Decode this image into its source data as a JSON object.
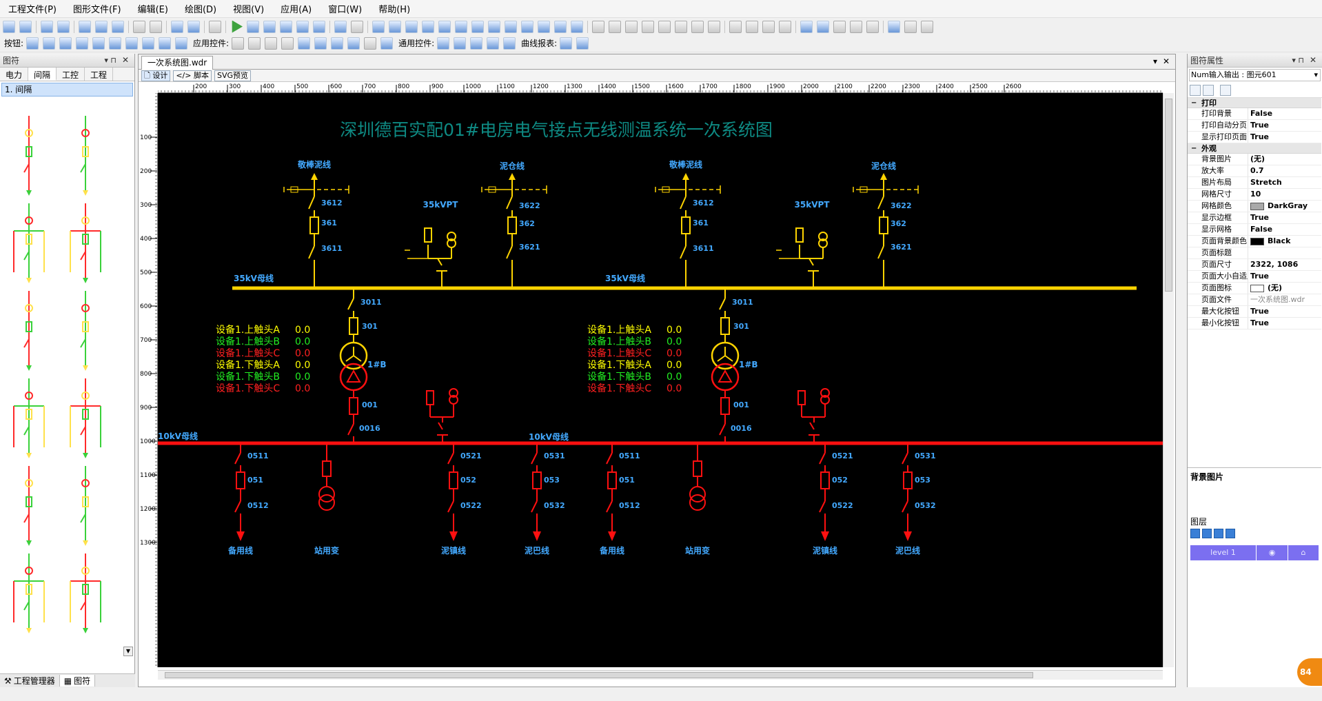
{
  "menus": [
    "工程文件(P)",
    "图形文件(F)",
    "编辑(E)",
    "绘图(D)",
    "视图(V)",
    "应用(A)",
    "窗口(W)",
    "帮助(H)"
  ],
  "toolbar2": {
    "buttons_label": "按钮:",
    "app_label": "应用控件:",
    "common_label": "通用控件:",
    "curve_label": "曲线报表:"
  },
  "left_panel": {
    "title": "图符",
    "tabs": [
      "电力",
      "间隔",
      "工控",
      "工程"
    ],
    "active_tab": "间隔",
    "selected_item": "1. 间隔",
    "bottom_tabs": [
      "工程管理器",
      "图符"
    ]
  },
  "document": {
    "tab_title": "一次系统图.wdr",
    "modes": [
      "设计",
      "脚本",
      "SVG预览"
    ],
    "ruler_h": [
      "200",
      "300",
      "400",
      "500",
      "600",
      "700",
      "800",
      "900",
      "1000",
      "1100",
      "1200",
      "1300",
      "1400",
      "1500",
      "1600",
      "1700",
      "1800",
      "1900",
      "2000",
      "2100",
      "2200",
      "2300",
      "2400",
      "2500",
      "2600"
    ],
    "ruler_v": [
      "100",
      "200",
      "300",
      "400",
      "500",
      "600",
      "700",
      "800",
      "900",
      "1000",
      "1100",
      "1200",
      "1300"
    ]
  },
  "diagram": {
    "title": "深圳德百实配01#电房电气接点无线测温系统一次系统图",
    "bus35_label": "35kV母线",
    "bus10_label": "10kV母线",
    "transformer_label": "1#B",
    "vpt_label": "35kVPT",
    "line_labels_top": [
      "敬棒泥线",
      "泥仓线"
    ],
    "codes_top": [
      "3612",
      "361",
      "3611",
      "3622",
      "362",
      "3621"
    ],
    "codes_mid": [
      "3011",
      "301",
      "001",
      "0016"
    ],
    "codes_bottom": [
      "0511",
      "051",
      "0512",
      "0521",
      "052",
      "0522",
      "0531",
      "053",
      "0532"
    ],
    "feeder_labels": [
      "备用线",
      "站用变",
      "泥镇线",
      "泥巴线"
    ],
    "measurements": [
      {
        "label": "设备1.上触头A",
        "value": "0.0",
        "color": "#ffff00"
      },
      {
        "label": "设备1.上触头B",
        "value": "0.0",
        "color": "#22ee22"
      },
      {
        "label": "设备1.上触头C",
        "value": "0.0",
        "color": "#ff2020"
      },
      {
        "label": "设备1.下触头A",
        "value": "0.0",
        "color": "#ffff00"
      },
      {
        "label": "设备1.下触头B",
        "value": "0.0",
        "color": "#22ee22"
      },
      {
        "label": "设备1.下触头C",
        "value": "0.0",
        "color": "#ff2020"
      }
    ],
    "colors": {
      "bus35": "#ffd400",
      "bus10": "#ff1010",
      "title": "#0e8a83",
      "label": "#43a9ff",
      "background": "#000000"
    }
  },
  "right_panel": {
    "title": "图符属性",
    "object": "Num输入输出 : 图元601",
    "categories": [
      {
        "name": "打印",
        "rows": [
          {
            "name": "打印背景",
            "value": "False"
          },
          {
            "name": "打印自动分页",
            "value": "True"
          },
          {
            "name": "显示打印页面",
            "value": "True"
          }
        ]
      },
      {
        "name": "外观",
        "rows": [
          {
            "name": "背景图片",
            "value": "(无)"
          },
          {
            "name": "放大率",
            "value": "0.7"
          },
          {
            "name": "图片布局",
            "value": "Stretch"
          },
          {
            "name": "网格尺寸",
            "value": "10"
          },
          {
            "name": "网格颜色",
            "value": "DarkGray",
            "swatch": "#a9a9a9"
          },
          {
            "name": "显示边框",
            "value": "True"
          },
          {
            "name": "显示网格",
            "value": "False"
          },
          {
            "name": "页面背景颜色",
            "value": "Black",
            "swatch": "#000000"
          },
          {
            "name": "页面标题",
            "value": ""
          },
          {
            "name": "页面尺寸",
            "value": "2322, 1086"
          },
          {
            "name": "页面大小自适应",
            "value": "True"
          },
          {
            "name": "页面图标",
            "value": "(无)",
            "swatch": "#ffffff"
          },
          {
            "name": "页面文件",
            "value": "一次系统图.wdr",
            "dim": true
          },
          {
            "name": "最大化按钮",
            "value": "True"
          },
          {
            "name": "最小化按钮",
            "value": "True"
          }
        ]
      }
    ],
    "description_title": "背景图片",
    "layers_title": "图层",
    "layer_name": "level 1",
    "badge": "84"
  }
}
